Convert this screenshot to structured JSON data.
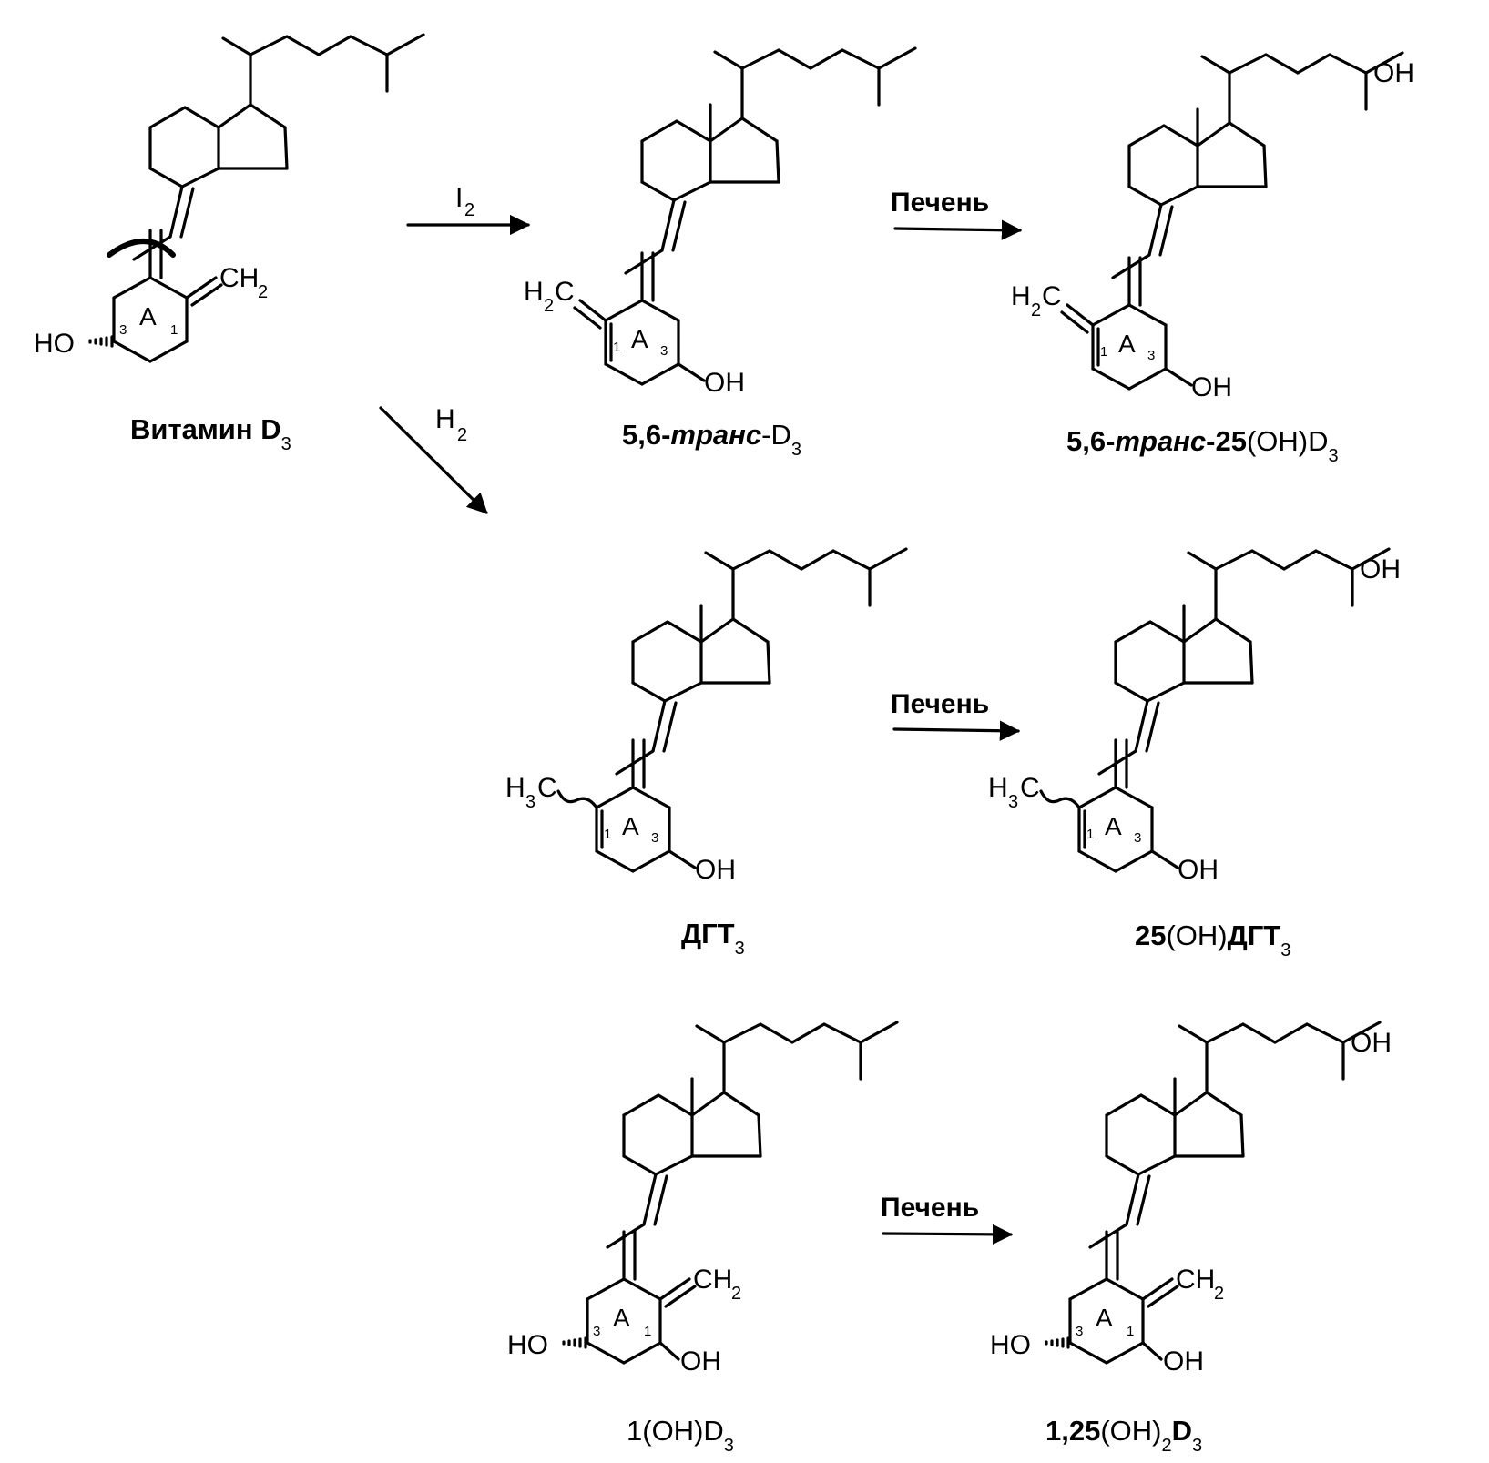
{
  "reagents": {
    "iodine": "I",
    "iodine_sub": "2",
    "hydrogen": "H",
    "hydrogen_sub": "2",
    "liver_1": "Печень",
    "liver_2": "Печень",
    "liver_3": "Печень"
  },
  "atoms": {
    "oh": "OH",
    "ho": "HO",
    "ch2": "CH",
    "h2c": "H",
    "h3c": "H",
    "c": "C",
    "sub2": "2",
    "sub3": "3",
    "ring": "A",
    "pos1": "1",
    "pos3": "3"
  },
  "compounds": {
    "vitD3": {
      "name": "Витамин  D",
      "sub": "3"
    },
    "trans": {
      "prefix": "5,6-",
      "italic": "транс",
      "suffix": "-D",
      "sub": "3"
    },
    "trans25": {
      "prefix": "5,6-",
      "italic": "транс",
      "suffix": "-25",
      "paren": "(OH)D",
      "sub": "3"
    },
    "dht": {
      "name": "ДГТ",
      "sub": "3"
    },
    "dht25": {
      "prefix": "25",
      "paren": "(OH)",
      "name": "ДГТ",
      "sub": "3"
    },
    "oneOH": {
      "name": "1(OH)D",
      "sub": "3"
    },
    "dihydroxy": {
      "prefix": "1,25",
      "paren": "(OH)",
      "sub1": "2",
      "name": "D",
      "sub2": "3"
    }
  }
}
